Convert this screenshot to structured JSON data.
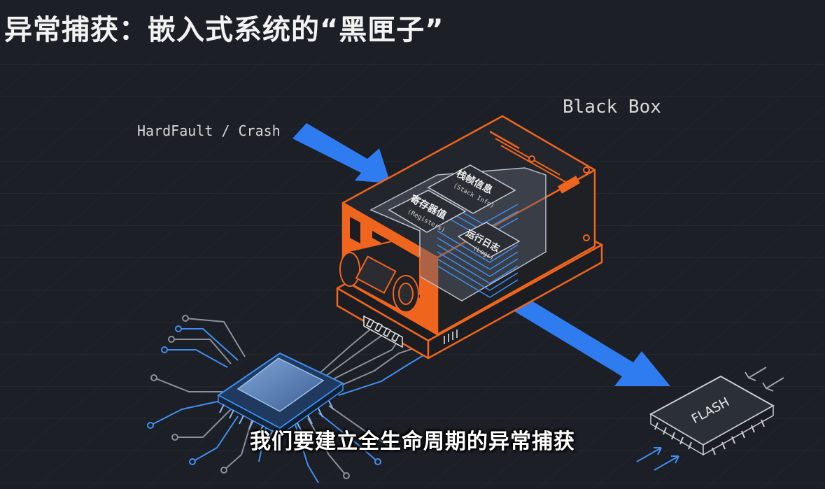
{
  "title": "异常捕获：嵌入式系统的“黑匣子”",
  "labels": {
    "crash_source": "HardFault / Crash",
    "black_box": "Black Box"
  },
  "cards": {
    "stack": {
      "title": "栈帧信息",
      "subtitle": "(Stack Info)"
    },
    "registers": {
      "title": "寄存器值",
      "subtitle": "(Registers)"
    },
    "logs": {
      "title": "运行日志",
      "subtitle": "(Logs)"
    }
  },
  "flash_chip": {
    "label": "FLASH"
  },
  "subtitle": "我们要建立全生命周期的异常捕获",
  "colors": {
    "background": "#1c1f25",
    "accent_orange": "#f0651e",
    "arrow_blue": "#2f7cf0",
    "circuit_blue": "#3f8ff0"
  }
}
